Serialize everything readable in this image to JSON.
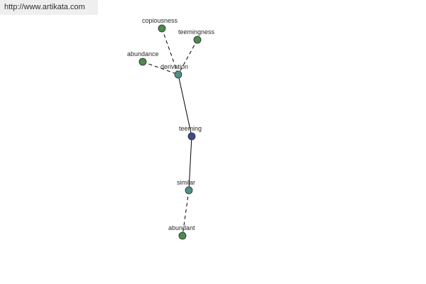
{
  "url_text": "http://www.artikata.com",
  "colors": {
    "center": "#3a4d8f",
    "hub": "#4f8f8a",
    "leaf": "#4d8a4d",
    "outline": "#2a2a2a",
    "edge": "#000000"
  },
  "nodes": [
    {
      "id": "copiousness",
      "label": "copiousness",
      "kind": "leaf"
    },
    {
      "id": "teemingness",
      "label": "teemingness",
      "kind": "leaf"
    },
    {
      "id": "abundance",
      "label": "abundance",
      "kind": "leaf"
    },
    {
      "id": "derivation",
      "label": "derivation",
      "kind": "hub"
    },
    {
      "id": "teeming",
      "label": "teeming",
      "kind": "center"
    },
    {
      "id": "similar",
      "label": "similar",
      "kind": "hub"
    },
    {
      "id": "abundant",
      "label": "abundant",
      "kind": "leaf"
    }
  ],
  "edges": [
    {
      "from": "derivation",
      "to": "teeming",
      "style": "solid"
    },
    {
      "from": "teeming",
      "to": "similar",
      "style": "solid"
    },
    {
      "from": "copiousness",
      "to": "derivation",
      "style": "dashed"
    },
    {
      "from": "teemingness",
      "to": "derivation",
      "style": "dashed"
    },
    {
      "from": "abundance",
      "to": "derivation",
      "style": "dashed"
    },
    {
      "from": "similar",
      "to": "abundant",
      "style": "dashed"
    }
  ]
}
